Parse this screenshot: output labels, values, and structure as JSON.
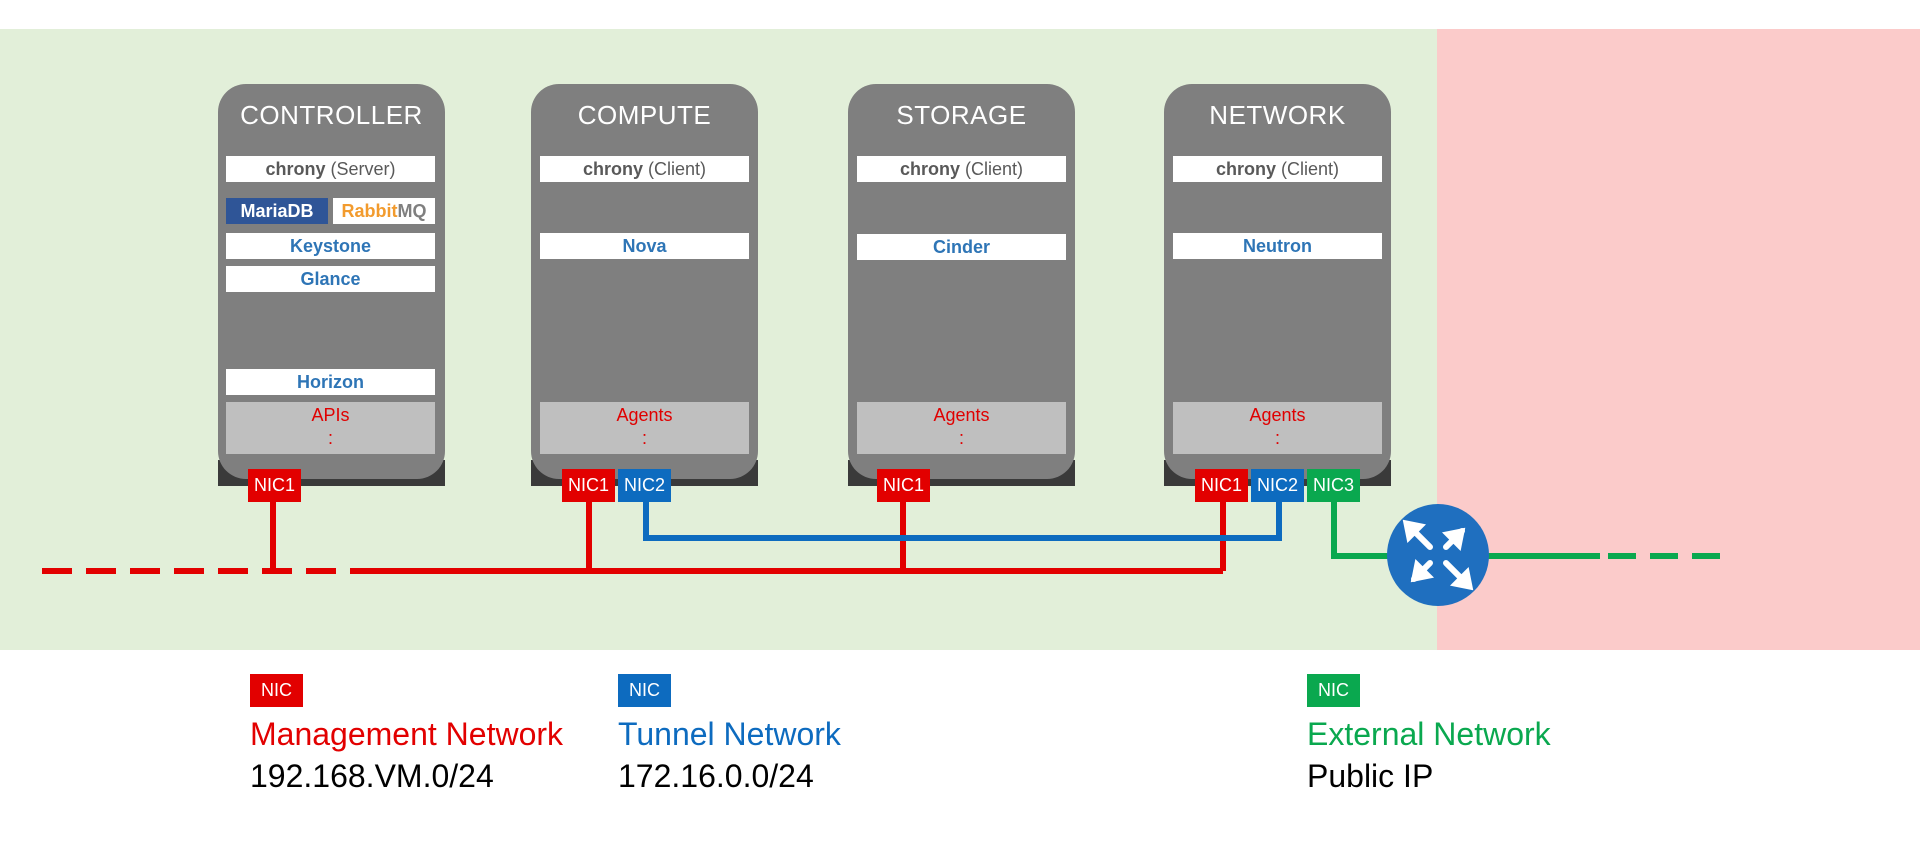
{
  "nodes": {
    "controller": {
      "title": "CONTROLLER",
      "chrony": "chrony",
      "chrony_role": " (Server)",
      "db": "MariaDB",
      "mq_a": "Rabbit",
      "mq_b": "MQ",
      "services": [
        "Keystone",
        "Glance",
        "Horizon"
      ],
      "panel_label": "APIs",
      "panel_more": ":",
      "nics": [
        "NIC1"
      ]
    },
    "compute": {
      "title": "COMPUTE",
      "chrony": "chrony",
      "chrony_role": " (Client)",
      "services": [
        "Nova"
      ],
      "panel_label": "Agents",
      "panel_more": ":",
      "nics": [
        "NIC1",
        "NIC2"
      ]
    },
    "storage": {
      "title": "STORAGE",
      "chrony": "chrony",
      "chrony_role": " (Client)",
      "services": [
        "Cinder"
      ],
      "panel_label": "Agents",
      "panel_more": ":",
      "nics": [
        "NIC1"
      ]
    },
    "network": {
      "title": "NETWORK",
      "chrony": "chrony",
      "chrony_role": " (Client)",
      "services": [
        "Neutron"
      ],
      "panel_label": "Agents",
      "panel_more": ":",
      "nics": [
        "NIC1",
        "NIC2",
        "NIC3"
      ]
    }
  },
  "legend": [
    {
      "box": "NIC",
      "name": "Management Network",
      "address": "192.168.VM.0/24",
      "color": "#e20000"
    },
    {
      "box": "NIC",
      "name": "Tunnel Network",
      "address": "172.16.0.0/24",
      "color": "#0d6bbf"
    },
    {
      "box": "NIC",
      "name": "External Network",
      "address": "Public IP",
      "color": "#0aa84f"
    }
  ],
  "colors": {
    "internal_zone": "#e2efd9",
    "external_zone": "#fbcbca",
    "management": "#e20000",
    "tunnel": "#0d6bbf",
    "external": "#0aa84f",
    "router": "#1f6fbf"
  },
  "icons": {
    "router": "router-icon"
  }
}
